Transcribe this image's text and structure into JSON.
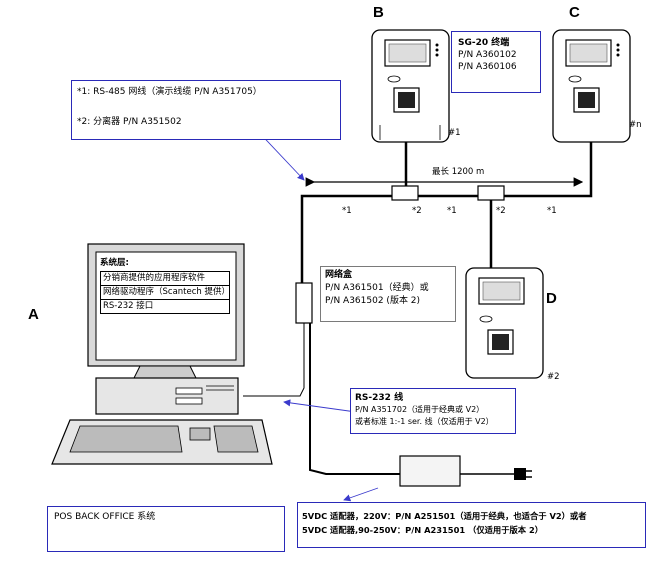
{
  "letters": {
    "a": "A",
    "b": "B",
    "c": "C",
    "d": "D"
  },
  "terminal_box": {
    "title": "SG-20 终端",
    "line1": "P/N A360102",
    "line2": "P/N A360106"
  },
  "notes_box": {
    "line1": "*1: RS-485 网线（演示线缆 P/N A351705）",
    "line2": "*2: 分离器 P/N A351502"
  },
  "terminal_numbers": {
    "b": "#1",
    "c": "#n",
    "d": "#2"
  },
  "cable": {
    "length": "最长  1200 m",
    "marks": [
      "*1",
      "*2",
      "*1",
      "*2",
      "*1"
    ]
  },
  "system_layers": {
    "title": "系统层:",
    "rows": [
      "分销商提供的应用程序软件",
      "网络驱动程序（Scantech 提供）",
      "RS-232 接口"
    ]
  },
  "network_box": {
    "title": "网络盒",
    "line1": "P/N A361501（经典）或",
    "line2": "P/N A361502   (版本 2)"
  },
  "rs232_box": {
    "title": "RS-232 线",
    "line1": "P/N A351702（适用于经典或 V2）",
    "line2": "或者标准 1:-1 ser. 线（仅适用于 V2）"
  },
  "pos_box": {
    "label": "POS BACK OFFICE  系统"
  },
  "adapter_box": {
    "line1": "5VDC 适配器，220V：P/N A251501（适用于经典，也适合于 V2）或者",
    "line2": "5VDC 适配器,90-250V：P/N A231501 （仅适用于版本 2）"
  },
  "colors": {
    "box_border": "#2a2ab8",
    "cable": "#000000",
    "arrow": "#3a3acc"
  }
}
